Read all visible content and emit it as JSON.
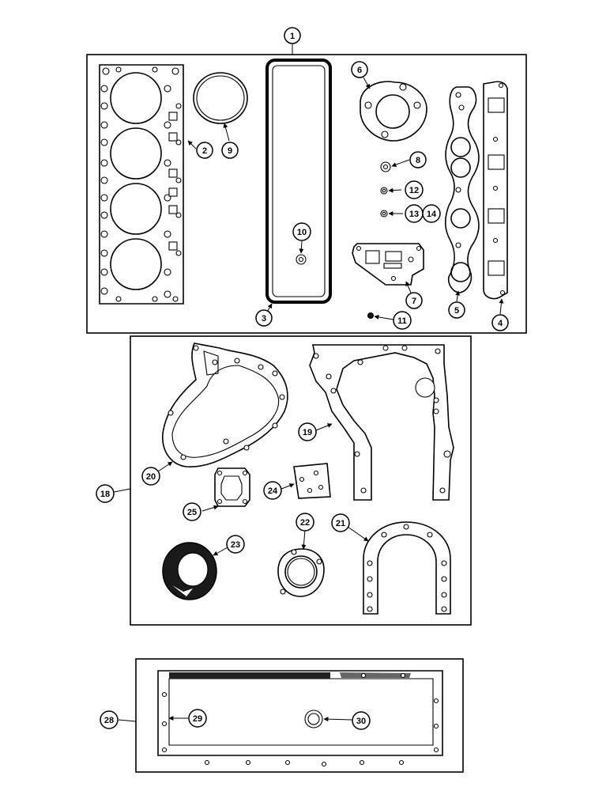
{
  "callouts": {
    "c1": "1",
    "c2": "2",
    "c3": "3",
    "c4": "4",
    "c5": "5",
    "c6": "6",
    "c7": "7",
    "c8": "8",
    "c9": "9",
    "c10": "10",
    "c11": "11",
    "c12": "12",
    "c13": "13",
    "c14": "14",
    "c18": "18",
    "c19": "19",
    "c20": "20",
    "c21": "21",
    "c22": "22",
    "c23": "23",
    "c24": "24",
    "c25": "25",
    "c28": "28",
    "c29": "29",
    "c30": "30"
  }
}
